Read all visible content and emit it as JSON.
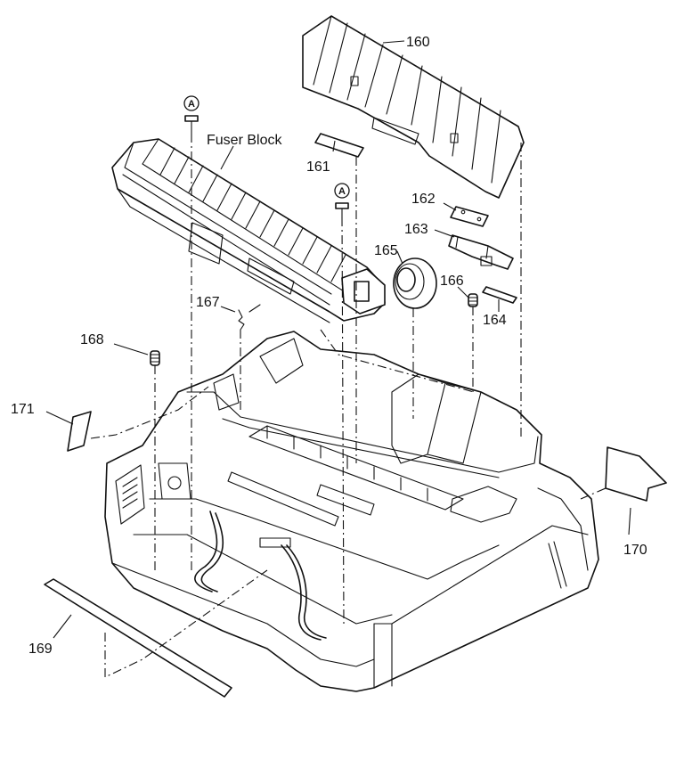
{
  "diagram": {
    "labels": {
      "fuser_block": "Fuser Block",
      "p160": "160",
      "p161": "161",
      "p162": "162",
      "p163": "163",
      "p164": "164",
      "p165": "165",
      "p166": "166",
      "p167": "167",
      "p168": "168",
      "p169": "169",
      "p170": "170",
      "p171": "171",
      "ref_a1": "A",
      "ref_a2": "A"
    }
  }
}
